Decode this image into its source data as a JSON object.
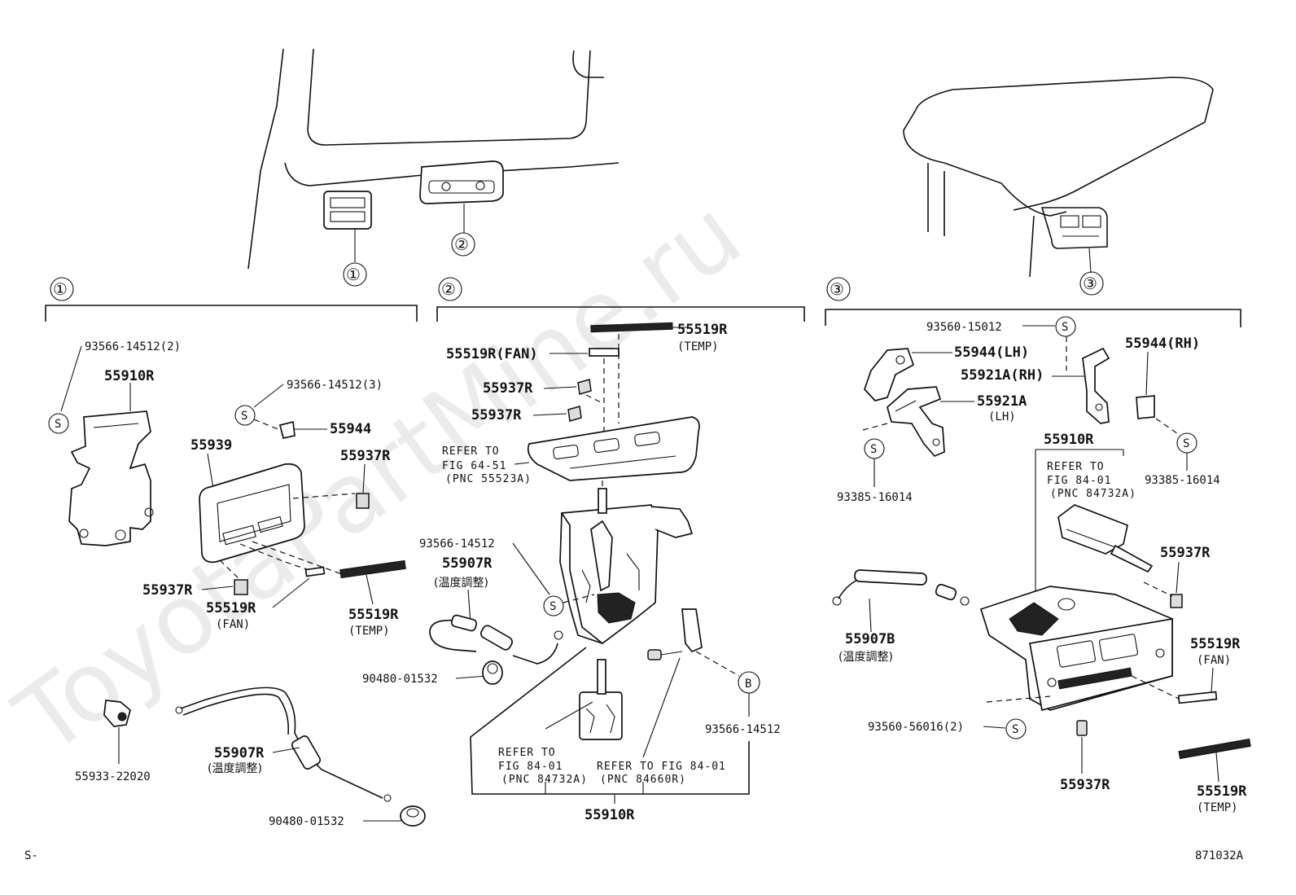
{
  "watermark": "ToyotaPartMine.ru",
  "footer": {
    "left": "S-",
    "right": "871032A"
  },
  "callouts": {
    "c1": "①",
    "c2": "②",
    "c3": "③",
    "B": "B",
    "S": "S"
  },
  "section1": {
    "p_93566_14512_2": "93566-14512(2)",
    "p_55910R": "55910R",
    "p_93566_14512_3": "93566-14512(3)",
    "p_55944": "55944",
    "p_55939": "55939",
    "p_55937R_a": "55937R",
    "p_55937R_b": "55937R",
    "p_55519R_fan": "55519R",
    "fan": "(FAN)",
    "p_55519R_temp": "55519R",
    "temp": "(TEMP)",
    "p_55933_22020": "55933-22020",
    "p_55907R": "55907R",
    "temp_adj": "(温度調整)",
    "p_90480_01532": "90480-01532"
  },
  "section2": {
    "p_55519R_temp": "55519R",
    "temp": "(TEMP)",
    "p_55519R_fan": "55519R(FAN)",
    "p_55937R_a": "55937R",
    "p_55937R_b": "55937R",
    "refer_to": "REFER TO",
    "fig_64_51": "FIG 64-51",
    "pnc_55523A": "(PNC 55523A)",
    "p_93566_14512": "93566-14512",
    "p_55907R": "55907R",
    "temp_adj": "(温度調整)",
    "p_90480_01532": "90480-01532",
    "fig_84_01": "FIG 84-01",
    "pnc_84732A": "(PNC 84732A)",
    "refer_to_fig": "REFER TO FIG 84-01",
    "pnc_84660R": "(PNC 84660R)",
    "p_93566_14512_b": "93566-14512",
    "p_55910R": "55910R"
  },
  "section3": {
    "p_93560_15012": "93560-15012",
    "p_55944_lh": "55944(LH)",
    "p_55944_rh": "55944(RH)",
    "p_55921A_rh": "55921A(RH)",
    "p_55921A": "55921A",
    "lh": "(LH)",
    "p_93385_16014_a": "93385-16014",
    "p_93385_16014_b": "93385-16014",
    "p_55910R": "55910R",
    "refer_to": "REFER TO",
    "fig_84_01": "FIG 84-01",
    "pnc_84732A": "(PNC 84732A)",
    "p_55937R_a": "55937R",
    "p_55907B": "55907B",
    "temp_adj": "(温度調整)",
    "p_55519R_fan": "55519R",
    "fan": "(FAN)",
    "p_93560_56016": "93560-56016(2)",
    "p_55937R_b": "55937R",
    "p_55519R_temp": "55519R",
    "temp": "(TEMP)"
  }
}
